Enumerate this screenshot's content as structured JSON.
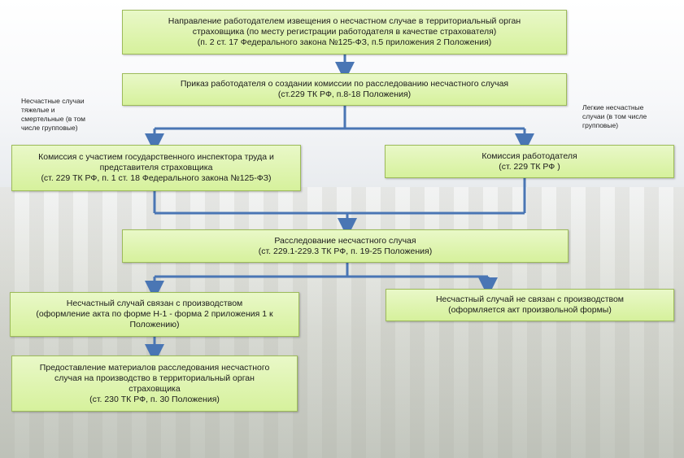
{
  "boxes": {
    "b1": [
      "Направление работодателем извещения о несчастном случае в территориальный орган",
      "страховщика (по месту регистрации работодателя в качестве страхователя)",
      "(п. 2 ст. 17 Федерального закона №125-ФЗ, п.5 приложения 2 Положения)"
    ],
    "b2": [
      "Приказ работодателя о создании комиссии по расследованию несчастного случая",
      "(ст.229 ТК РФ, п.8-18 Положения)"
    ],
    "b3": [
      "Комиссия с участием государственного инспектора труда и",
      "представителя страховщика",
      "(ст. 229 ТК РФ, п. 1 ст. 18 Федерального закона №125-ФЗ)"
    ],
    "b4": [
      "Комиссия работодателя",
      "(ст. 229 ТК РФ )"
    ],
    "b5": [
      "Расследование несчастного случая",
      "(ст. 229.1-229.3  ТК РФ, п. 19-25 Положения)"
    ],
    "b6": [
      "Несчастный случай связан с производством",
      "(оформление акта по форме Н-1  - форма 2 приложения 1 к",
      "Положению)"
    ],
    "b7": [
      "Несчастный случай не связан с производством",
      "(оформляется  акт произвольной формы)"
    ],
    "b8": [
      "Предоставление материалов расследования несчастного",
      "случая на производство в территориальный орган",
      "страховщика",
      "(ст. 230 ТК РФ, п. 30 Положения)"
    ]
  },
  "notes": {
    "left": [
      "Несчастные случаи",
      "тяжелые и",
      "смертельные (в",
      "том",
      "числе групповые)"
    ],
    "right": [
      "Легкие несчастные",
      "случаи (в том числе",
      "групповые)"
    ]
  },
  "colors": {
    "arrow": "#4a76b4",
    "box_fill": "#d6f19c",
    "box_border": "#9dbb5a"
  }
}
